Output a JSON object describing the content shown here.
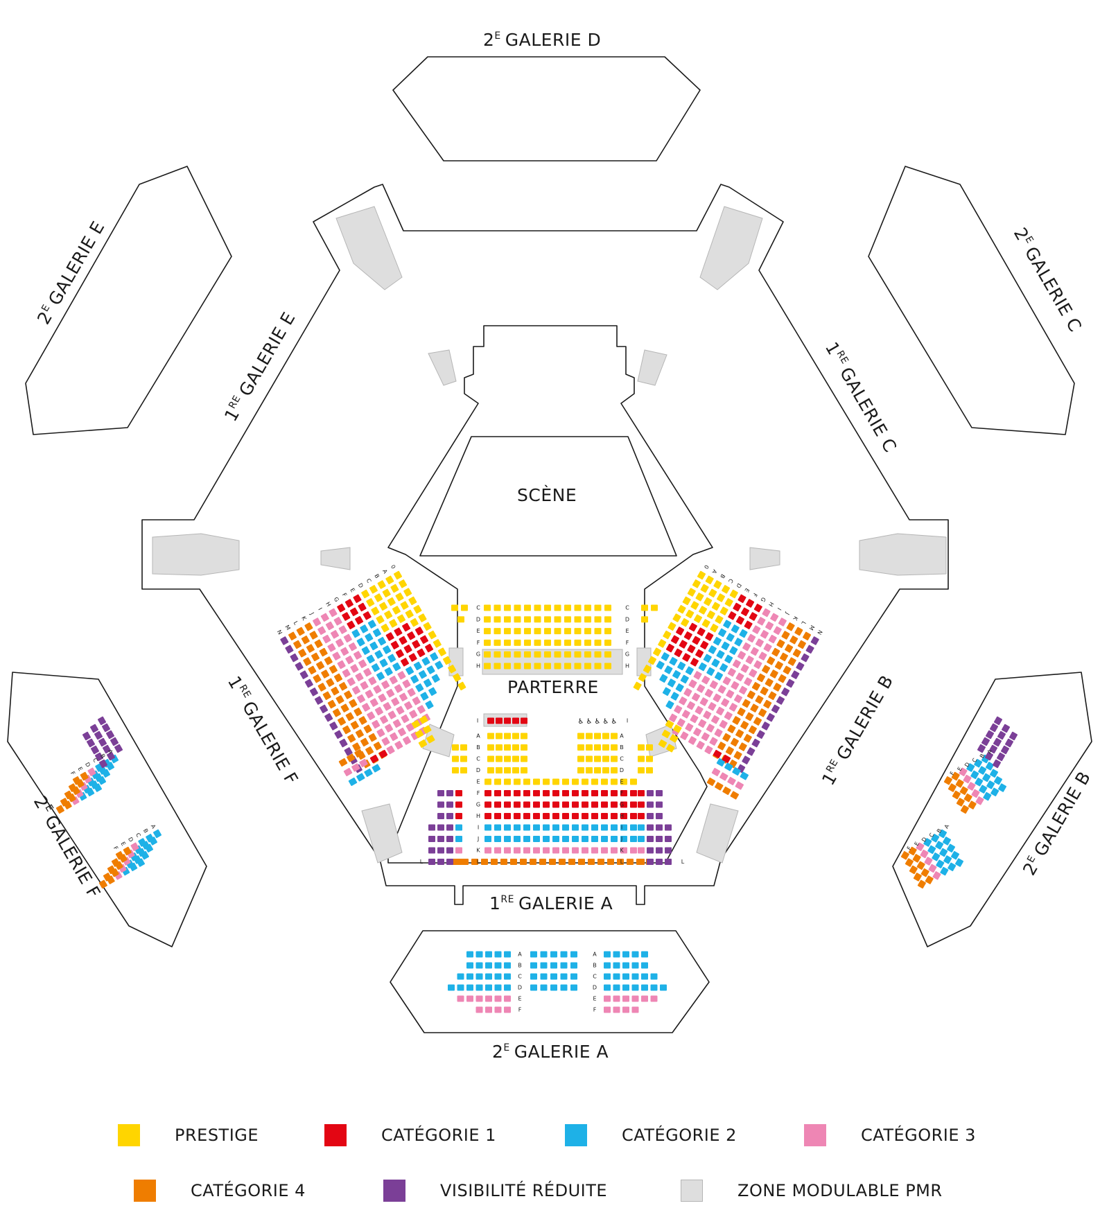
{
  "colors": {
    "prestige": "#ffd500",
    "cat1": "#e30613",
    "cat2": "#1eb1e7",
    "cat3": "#ee86b4",
    "cat4": "#ef7d00",
    "visibilite_reduite": "#7b3f97",
    "pmr": "#dedede"
  },
  "labels": {
    "galerie_d_2": {
      "num": "2",
      "sup": "E",
      "text": "GALERIE D"
    },
    "galerie_e_2": {
      "num": "2",
      "sup": "E",
      "text": "GALERIE E"
    },
    "galerie_c_2": {
      "num": "2",
      "sup": "E",
      "text": "GALERIE C"
    },
    "galerie_e_1": {
      "num": "1",
      "sup": "RE",
      "text": "GALERIE E"
    },
    "galerie_c_1": {
      "num": "1",
      "sup": "RE",
      "text": "GALERIE C"
    },
    "scene": "SCÈNE",
    "parterre": "PARTERRE",
    "galerie_f_1": {
      "num": "1",
      "sup": "RE",
      "text": "GALERIE F"
    },
    "galerie_b_1": {
      "num": "1",
      "sup": "RE",
      "text": "GALERIE B"
    },
    "galerie_f_2": {
      "num": "2",
      "sup": "E",
      "text": "GALERIE F"
    },
    "galerie_b_2": {
      "num": "2",
      "sup": "E",
      "text": "GALERIE B"
    },
    "galerie_a_1": {
      "num": "1",
      "sup": "RE",
      "text": "GALERIE A"
    },
    "galerie_a_2": {
      "num": "2",
      "sup": "E",
      "text": "GALERIE A"
    }
  },
  "rows": {
    "parterre_front": [
      "C",
      "D",
      "E",
      "F",
      "G",
      "H"
    ],
    "parterre_back": [
      "I",
      "A",
      "B",
      "C",
      "D",
      "E",
      "F",
      "G",
      "H",
      "I",
      "J",
      "K",
      "L"
    ],
    "side_left": [
      "0",
      "A",
      "B",
      "C",
      "D",
      "E",
      "F",
      "G",
      "H",
      "I",
      "J",
      "K",
      "L",
      "M",
      "N"
    ],
    "side_right": [
      "0",
      "A",
      "B",
      "C",
      "D",
      "E",
      "F",
      "G",
      "H",
      "I",
      "J",
      "K",
      "L",
      "M",
      "N"
    ],
    "galerie_a_2": [
      "A",
      "B",
      "C",
      "D",
      "E",
      "F"
    ],
    "galerie_2_side": [
      "A",
      "B",
      "C",
      "D",
      "E",
      "F"
    ]
  },
  "legend": [
    {
      "key": "prestige",
      "label": "PRESTIGE"
    },
    {
      "key": "cat1",
      "label": "CATÉGORIE 1"
    },
    {
      "key": "cat2",
      "label": "CATÉGORIE 2"
    },
    {
      "key": "cat3",
      "label": "CATÉGORIE 3"
    },
    {
      "key": "cat4",
      "label": "CATÉGORIE 4"
    },
    {
      "key": "visibilite_reduite",
      "label": "VISIBILITÉ RÉDUITE"
    },
    {
      "key": "pmr",
      "label": "ZONE MODULABLE PMR"
    }
  ]
}
